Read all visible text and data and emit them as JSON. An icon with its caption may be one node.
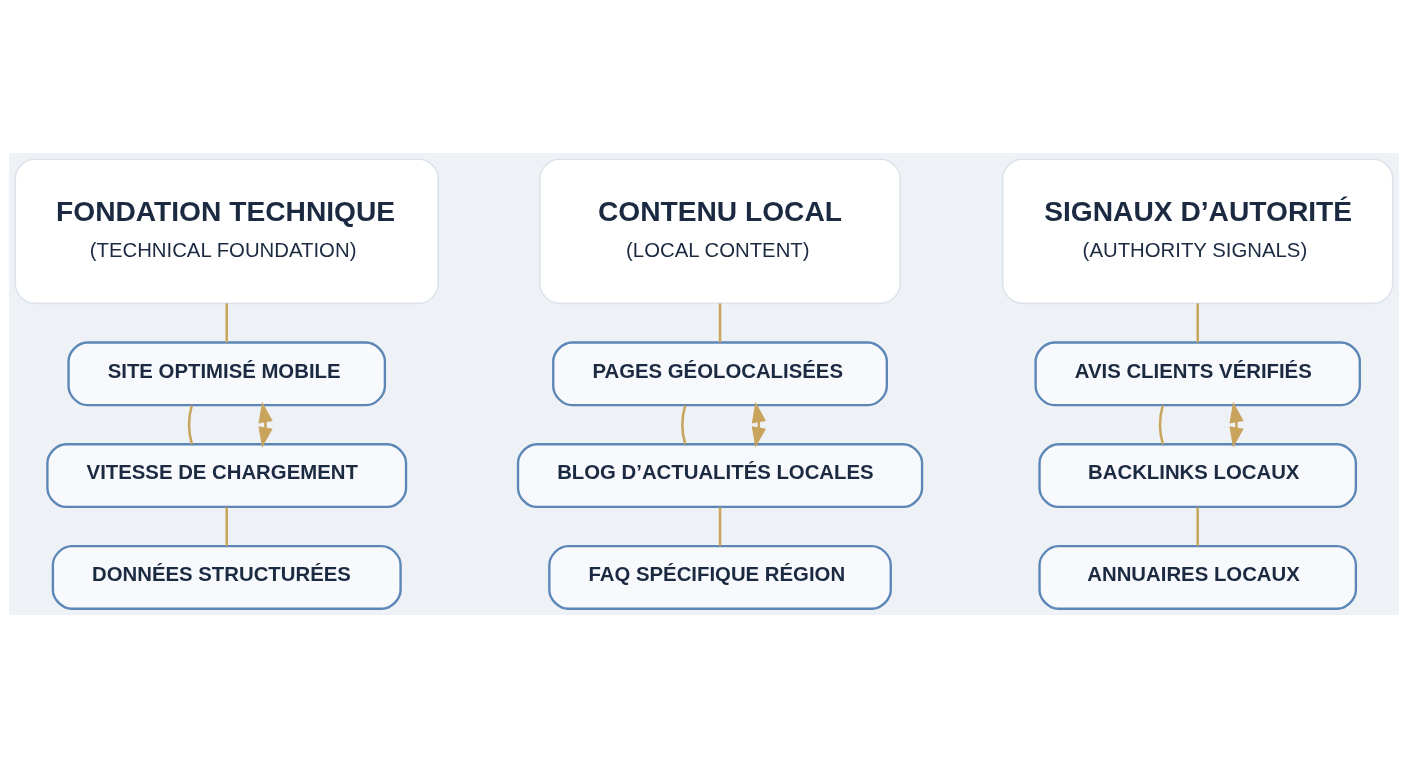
{
  "diagram": {
    "nodes": [
      {
        "text": [
          "FONDATION TECHNIQUE",
          "(TECHNICAL FOUNDATION)"
        ]
      },
      {
        "text": [
          "SITE OPTIMISÉ MOBILE"
        ]
      },
      {
        "text": [
          "VITESSE DE CHARGEMENT"
        ]
      },
      {
        "text": [
          "DONNÉES STRUCTURÉES"
        ]
      },
      {
        "text": [
          "CONTENU LOCAL",
          "(LOCAL CONTENT)"
        ]
      },
      {
        "text": [
          "PAGES GÉOLOCALISÉES"
        ]
      },
      {
        "text": [
          "BLOG D’ACTUALITÉS LOCALES"
        ]
      },
      {
        "text": [
          "FAQ SPÉCIFIQUE RÉGION"
        ]
      },
      {
        "text": [
          "SIGNAUX D’AUTORITÉ",
          "(AUTHORITY SIGNALS)"
        ]
      },
      {
        "text": [
          "AVIS CLIENTS VÉRIFIÉS"
        ]
      },
      {
        "text": [
          "BACKLINKS LOCAUX"
        ]
      },
      {
        "text": [
          "ANNUAIRES LOCAUX"
        ]
      }
    ],
    "edges": [
      {
        "from": 0,
        "to": 1,
        "arrow": "none"
      },
      {
        "from": 1,
        "to": 2,
        "arrow": "none"
      },
      {
        "from": 2,
        "to": 3,
        "arrow": "none"
      },
      {
        "from": 2,
        "to": 1,
        "arrow": "both"
      },
      {
        "from": 4,
        "to": 5,
        "arrow": "none"
      },
      {
        "from": 5,
        "to": 6,
        "arrow": "none"
      },
      {
        "from": 6,
        "to": 7,
        "arrow": "none"
      },
      {
        "from": 6,
        "to": 5,
        "arrow": "both"
      },
      {
        "from": 8,
        "to": 9,
        "arrow": "none"
      },
      {
        "from": 9,
        "to": 10,
        "arrow": "none"
      },
      {
        "from": 10,
        "to": 11,
        "arrow": "none"
      },
      {
        "from": 10,
        "to": 9,
        "arrow": "both"
      }
    ]
  }
}
